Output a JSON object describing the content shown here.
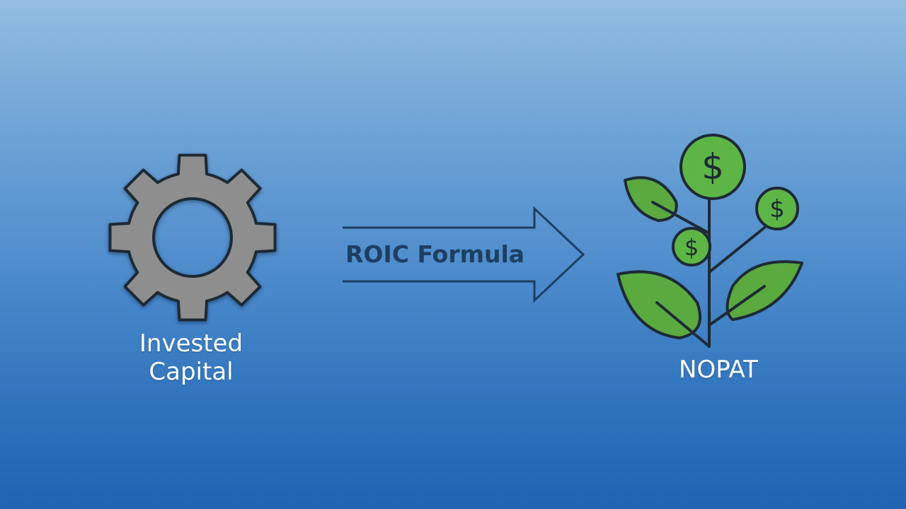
{
  "diagram": {
    "left_node": {
      "icon": "gear-icon",
      "label_lines": [
        "Invested",
        "Capital"
      ]
    },
    "connector": {
      "icon": "arrow-right-icon",
      "label": "ROIC Formula"
    },
    "right_node": {
      "icon": "money-plant-icon",
      "coin_symbol": "$",
      "label": "NOPAT"
    }
  },
  "colors": {
    "background_top": "#93bde0",
    "background_bottom": "#1f63b2",
    "gear_fill": "#8e8e8e",
    "outline": "#1e2a36",
    "leaf_green": "#5aaa3f",
    "coin_green": "#5db546",
    "label_text": "#ffffff",
    "arrow_text": "#1d3f63"
  }
}
